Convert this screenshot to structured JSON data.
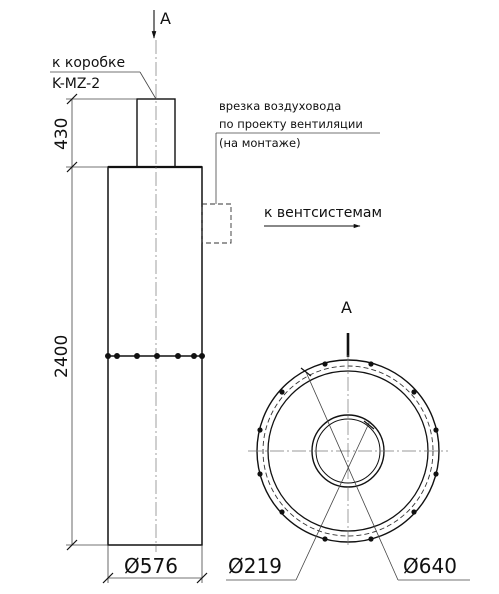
{
  "section_marker": "A",
  "view_label": "A",
  "to_box": {
    "line1": "к коробке",
    "line2": "K-MZ-2"
  },
  "duct_note": {
    "line1": "врезка воздуховода",
    "line2": "по проекту вентиляции",
    "line3": "(на монтаже)"
  },
  "to_vent": "к вентсистемам",
  "dims": {
    "top_height": "430",
    "main_height": "2400",
    "diameter_main": "Ø576",
    "diameter_inner": "Ø219",
    "diameter_outer": "Ø640"
  }
}
